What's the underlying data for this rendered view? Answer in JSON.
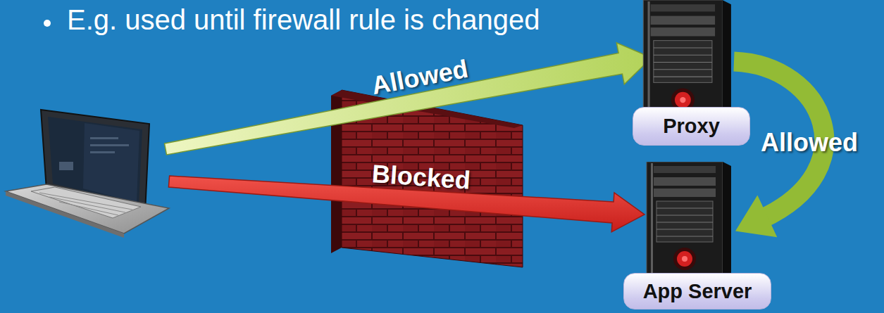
{
  "diagram": {
    "nodes": [
      {
        "text": [
          "Proxy"
        ]
      },
      {
        "text": [
          "App Server"
        ]
      }
    ],
    "edges": [
      {
        "from": 0,
        "to": 1,
        "arrow": "to",
        "label": "Allowed"
      }
    ],
    "labels": [
      "E.g. used until firewall rule is changed",
      "Allowed",
      "Blocked"
    ]
  }
}
